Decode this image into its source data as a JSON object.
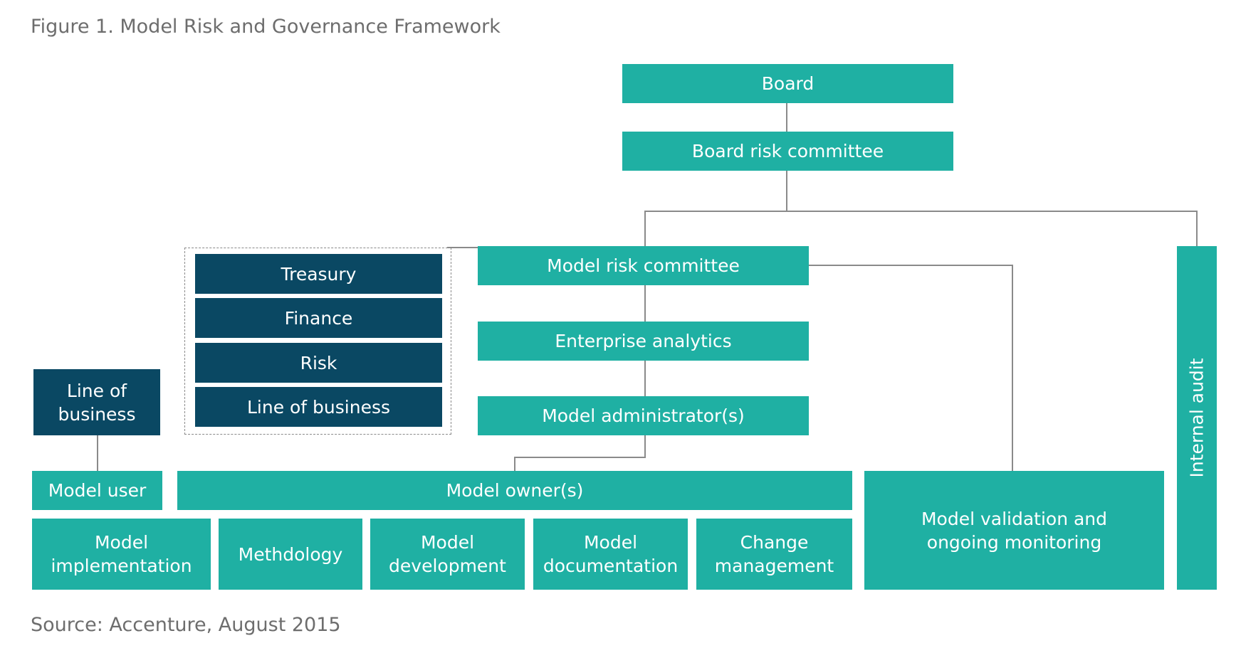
{
  "header": {
    "title": "Figure 1. Model Risk and Governance Framework"
  },
  "footer": {
    "source": "Source: Accenture, August 2015"
  },
  "colors": {
    "teal": "#1fb0a3",
    "navy": "#0a4863",
    "connector": "#8a8a8a",
    "caption": "#6d6d6d"
  },
  "nodes": {
    "board": "Board",
    "board_risk_committee": "Board risk committee",
    "model_risk_committee": "Model risk committee",
    "enterprise_analytics": "Enterprise analytics",
    "model_administrators": "Model administrator(s)",
    "internal_audit": "Internal audit",
    "treasury": "Treasury",
    "finance": "Finance",
    "risk": "Risk",
    "line_of_business_group": "Line of business",
    "line_of_business_left": "Line of\nbusiness",
    "model_user": "Model user",
    "model_owners": "Model owner(s)",
    "model_validation": "Model validation and\nongoing monitoring",
    "model_implementation": "Model\nimplementation",
    "methodology": "Methdology",
    "model_development": "Model\ndevelopment",
    "model_documentation": "Model\ndocumentation",
    "change_management": "Change\nmanagement"
  }
}
